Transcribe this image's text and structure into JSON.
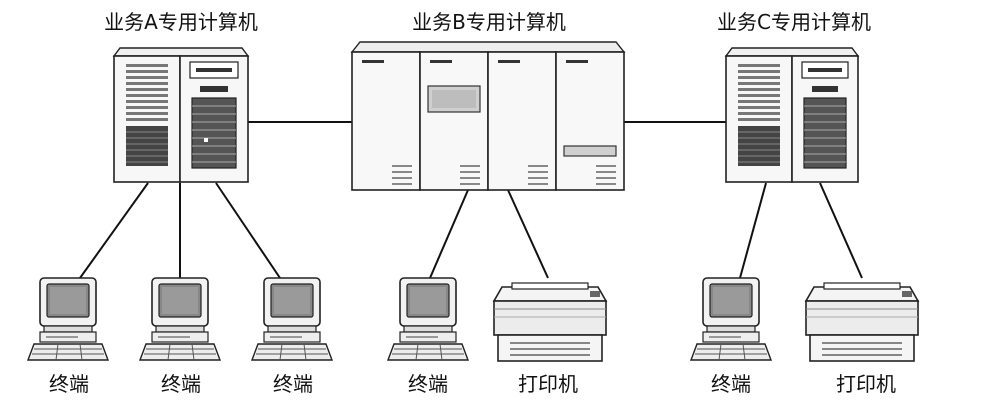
{
  "labels": {
    "computer_a": "业务A专用计算机",
    "computer_b": "业务B专用计算机",
    "computer_c": "业务C专用计算机",
    "terminal": "终端",
    "printer": "打印机"
  }
}
